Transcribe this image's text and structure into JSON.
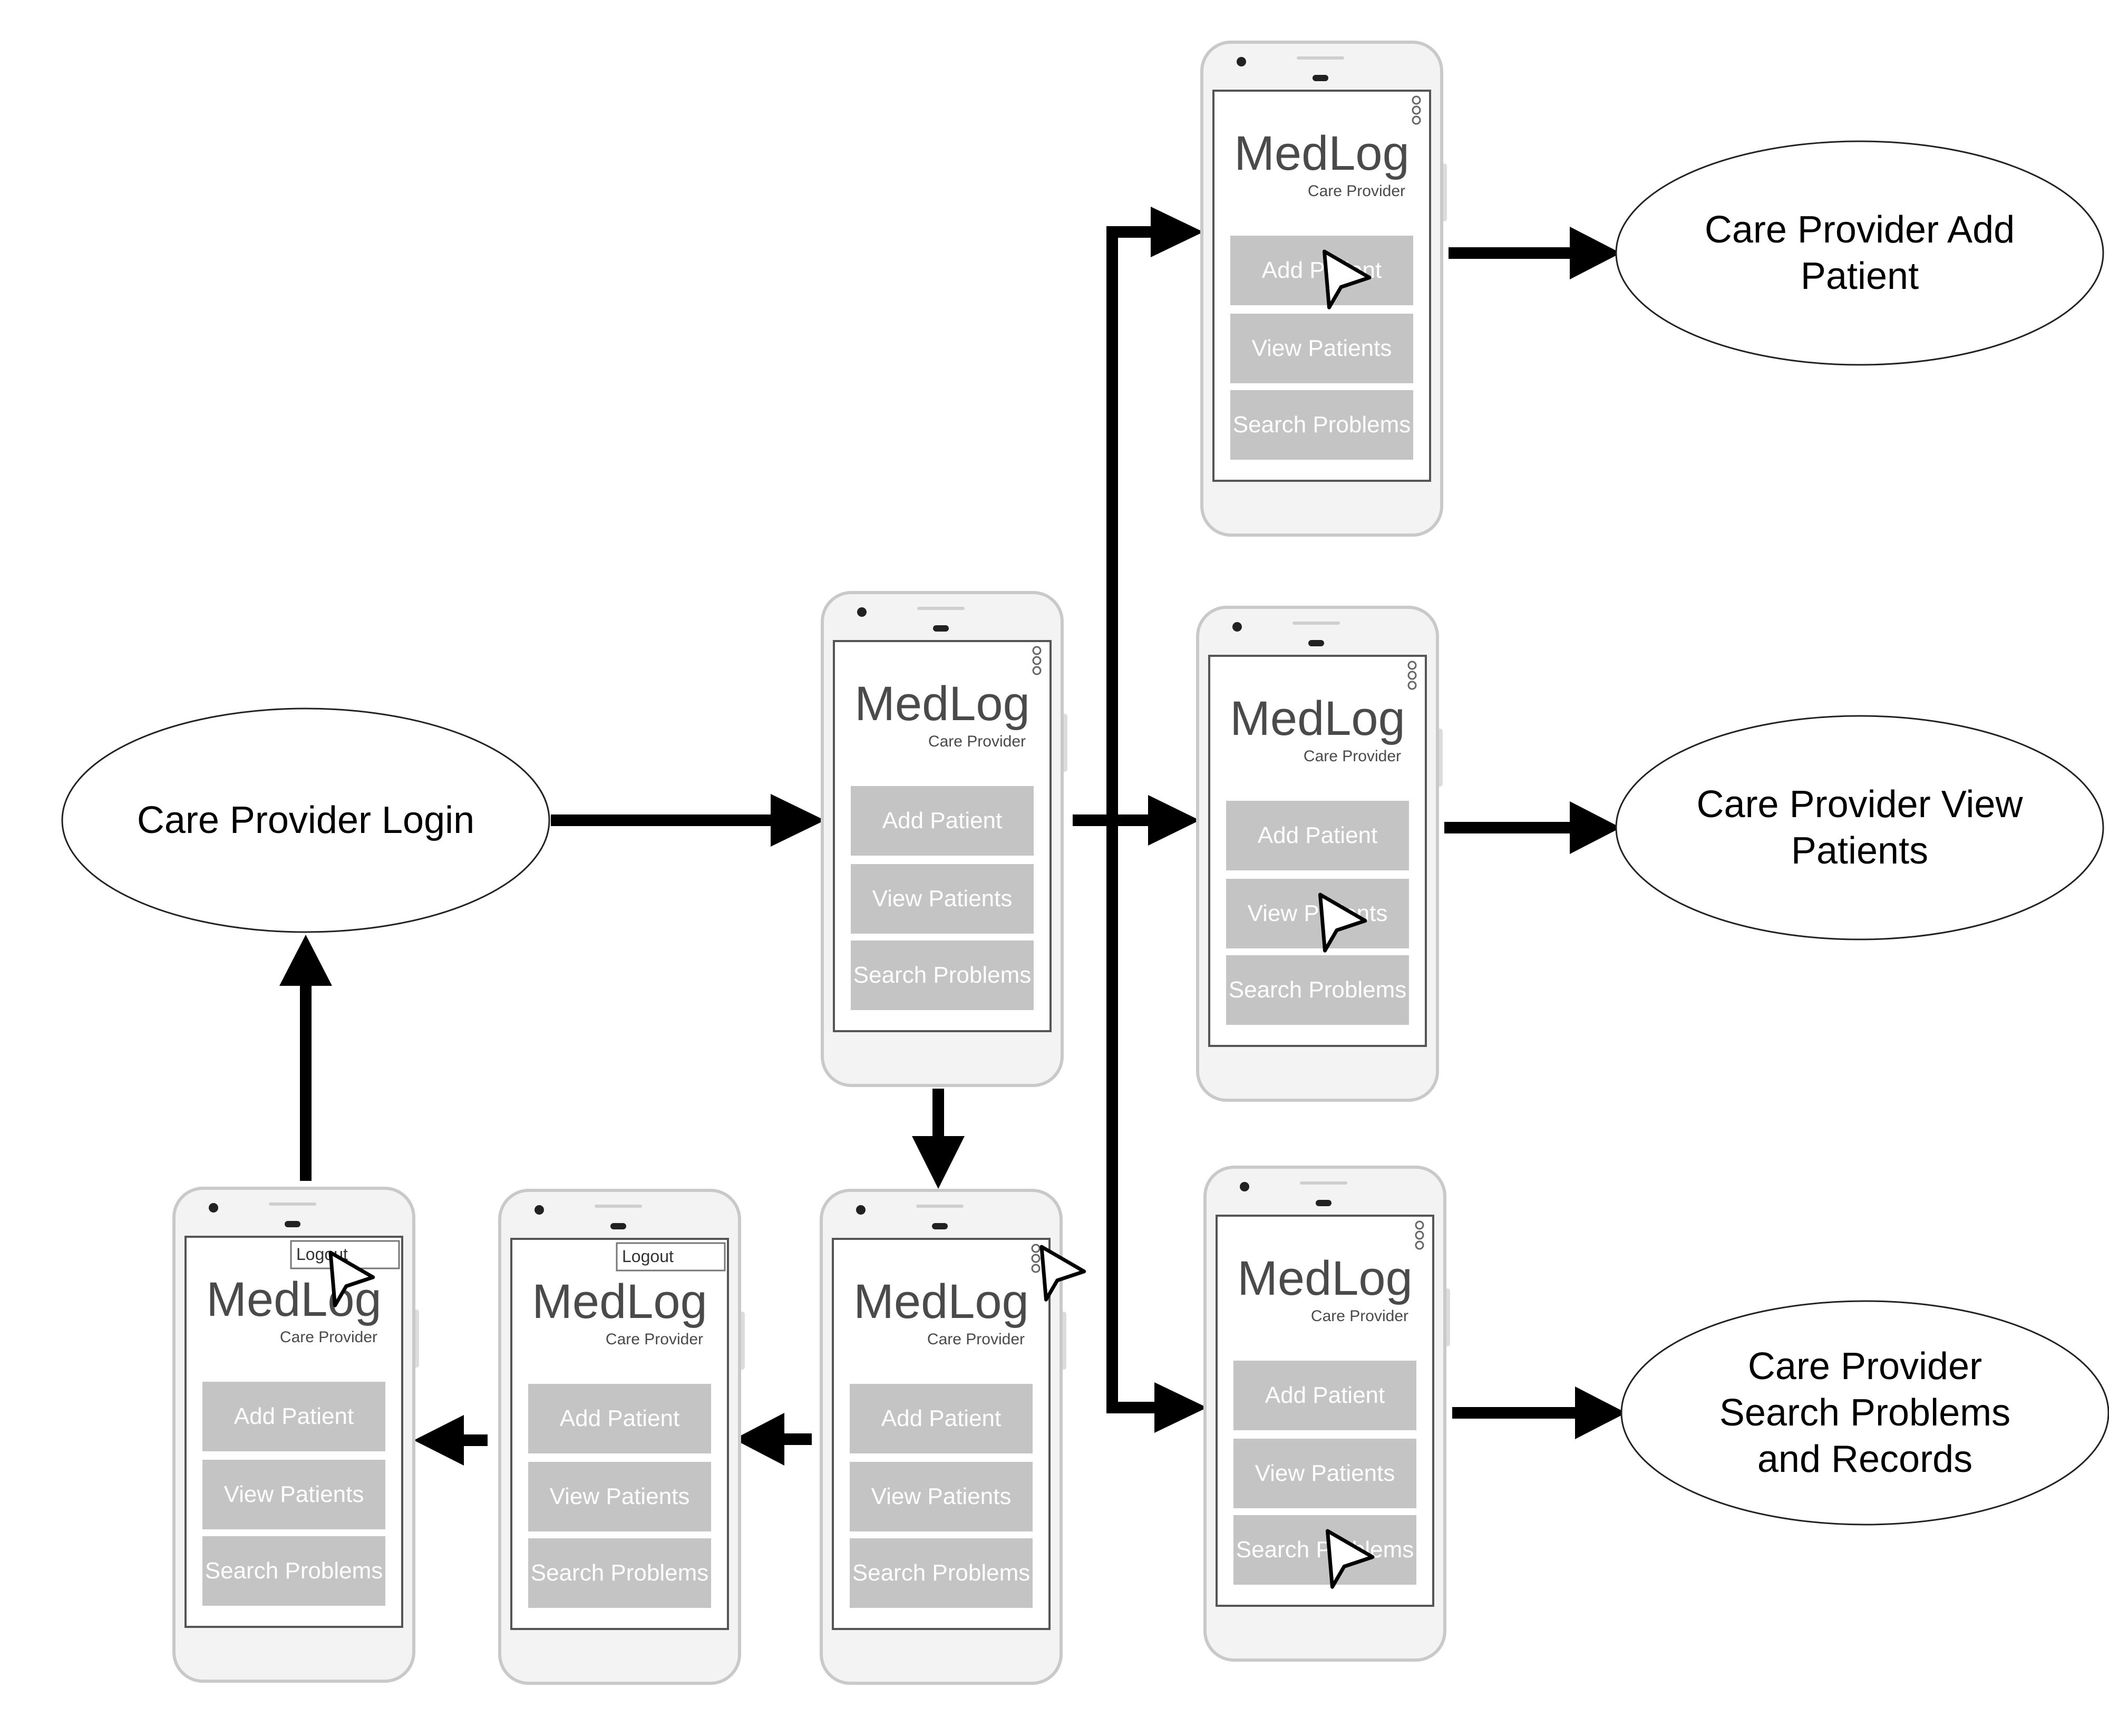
{
  "app": {
    "logo_title": "MedLog",
    "logo_subtitle": "Care Provider",
    "buttons": [
      "Add Patient",
      "View Patients",
      "Search Problems"
    ],
    "logout_label": "Logout"
  },
  "nodes": {
    "login": [
      "Care Provider Login"
    ],
    "add_patient": [
      "Care Provider Add",
      "Patient"
    ],
    "view_patients": [
      "Care Provider View",
      "Patients"
    ],
    "search_problems": [
      "Care Provider",
      "Search Problems",
      "and Records"
    ]
  },
  "phones": [
    {
      "id": "phone-add-patient",
      "cursor_on": "add",
      "menu": "dots",
      "logout": false
    },
    {
      "id": "phone-view-patients",
      "cursor_on": "view",
      "menu": "dots",
      "logout": false
    },
    {
      "id": "phone-search-problems",
      "cursor_on": "search",
      "menu": "dots",
      "logout": false
    },
    {
      "id": "phone-main",
      "cursor_on": null,
      "menu": "dots",
      "logout": false
    },
    {
      "id": "phone-menu-tap",
      "cursor_on": "menu",
      "menu": "dots",
      "logout": false
    },
    {
      "id": "phone-logout-shown",
      "cursor_on": null,
      "menu": "logout",
      "logout": true
    },
    {
      "id": "phone-logout-tap",
      "cursor_on": "logout",
      "menu": "logout",
      "logout": true
    }
  ],
  "colors": {
    "button": "#c4c4c4",
    "button_text": "#ffffff",
    "logo": "#4a4a4a",
    "phone_body": "#f3f3f3",
    "arrow": "#000000"
  }
}
